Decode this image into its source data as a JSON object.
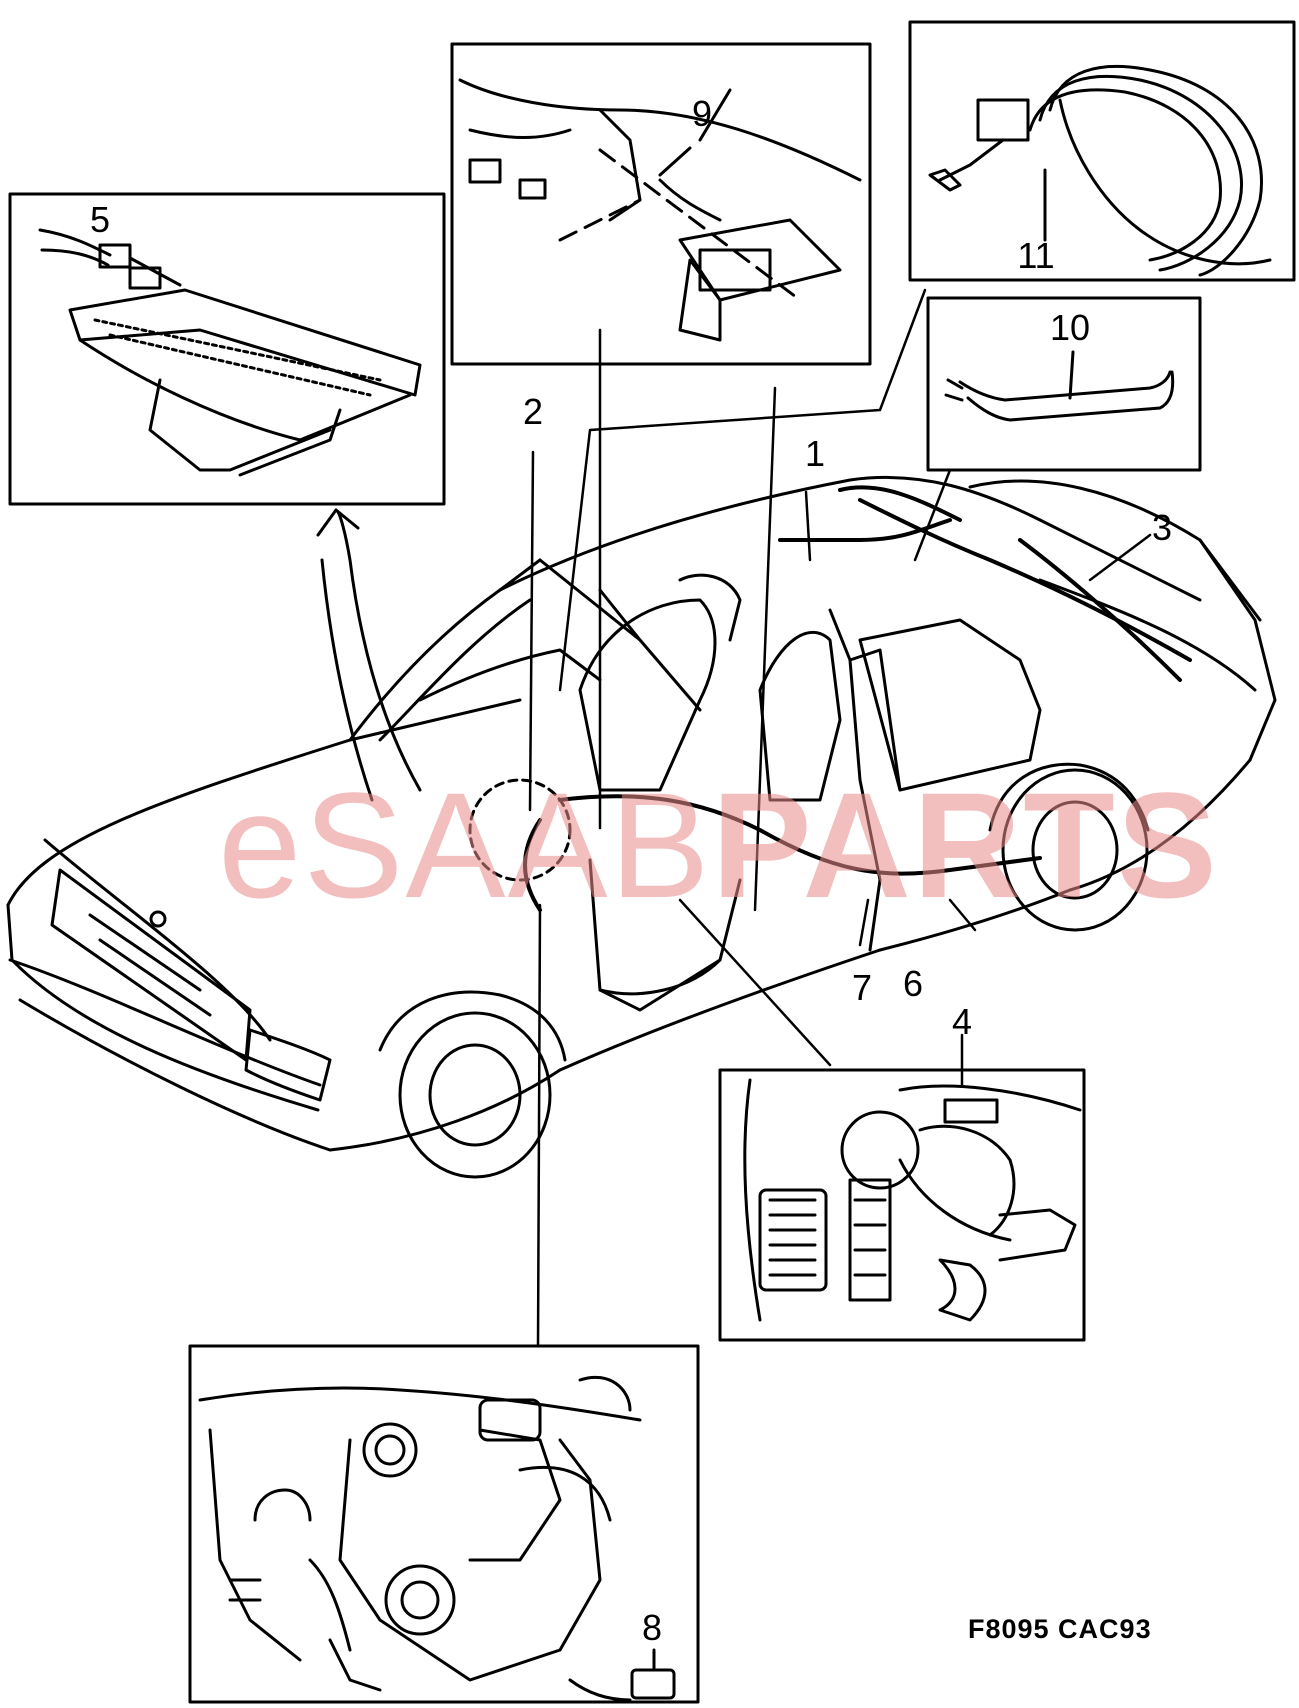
{
  "diagram": {
    "figure_code": "F8095 CAC93",
    "watermark": {
      "prefix": "eSAAB",
      "suffix": "PARTS",
      "color": "#e98a8a"
    },
    "callouts": [
      {
        "label": "1"
      },
      {
        "label": "2"
      },
      {
        "label": "3"
      },
      {
        "label": "4"
      },
      {
        "label": "5"
      },
      {
        "label": "6"
      },
      {
        "label": "7"
      },
      {
        "label": "8"
      },
      {
        "label": "9"
      },
      {
        "label": "10"
      },
      {
        "label": "11"
      }
    ]
  }
}
